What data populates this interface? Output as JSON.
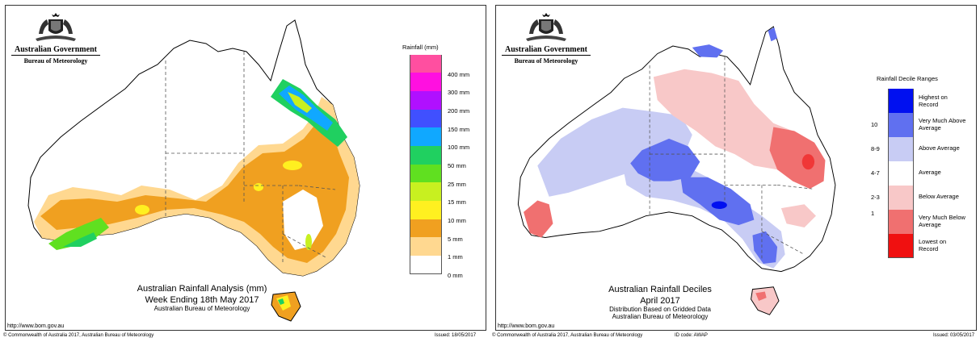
{
  "left_map": {
    "government": "Australian Government",
    "bureau": "Bureau of Meteorology",
    "legend_title": "Rainfall (mm)",
    "legend": [
      {
        "label": "400 mm",
        "color": "#ff4fa0"
      },
      {
        "label": "300 mm",
        "color": "#ff10e0"
      },
      {
        "label": "200 mm",
        "color": "#b010ff"
      },
      {
        "label": "150 mm",
        "color": "#4050ff"
      },
      {
        "label": "100 mm",
        "color": "#10a8ff"
      },
      {
        "label": "50 mm",
        "color": "#20d060"
      },
      {
        "label": "25 mm",
        "color": "#60e020"
      },
      {
        "label": "15 mm",
        "color": "#c8f020"
      },
      {
        "label": "10 mm",
        "color": "#fff020"
      },
      {
        "label": "5 mm",
        "color": "#f0a020"
      },
      {
        "label": "1 mm",
        "color": "#ffd890"
      },
      {
        "label": "0 mm",
        "color": "#ffffff"
      }
    ],
    "title_line1": "Australian Rainfall Analysis (mm)",
    "title_line2": "Week Ending 18th May 2017",
    "title_line3": "Australian Bureau of Meteorology",
    "url": "http://www.bom.gov.au",
    "copyright": "© Commonwealth of Australia 2017, Australian Bureau of Meteorology",
    "issued": "Issued: 18/05/2017"
  },
  "right_map": {
    "government": "Australian Government",
    "bureau": "Bureau of Meteorology",
    "legend_title": "Rainfall Decile Ranges",
    "legend": [
      {
        "number": "",
        "label": "Highest on Record",
        "color": "#0010f0"
      },
      {
        "number": "10",
        "label": "Very Much Above Average",
        "color": "#6070f0"
      },
      {
        "number": "8-9",
        "label": "Above Average",
        "color": "#c8ccf4"
      },
      {
        "number": "4-7",
        "label": "Average",
        "color": "#ffffff"
      },
      {
        "number": "2-3",
        "label": "Below Average",
        "color": "#f8c8c8"
      },
      {
        "number": "1",
        "label": "Very Much Below Average",
        "color": "#f07070"
      },
      {
        "number": "",
        "label": "Lowest on Record",
        "color": "#f01010"
      }
    ],
    "title_line1": "Australian Rainfall Deciles",
    "title_line2": "April 2017",
    "title_line3": "Distribution Based on Gridded Data",
    "title_line4": "Australian Bureau of Meteorology",
    "url": "http://www.bom.gov.au",
    "copyright": "© Commonwealth of Australia 2017, Australian Bureau of Meteorology",
    "id_code": "ID code: AWAP",
    "issued": "Issued: 03/05/2017"
  }
}
